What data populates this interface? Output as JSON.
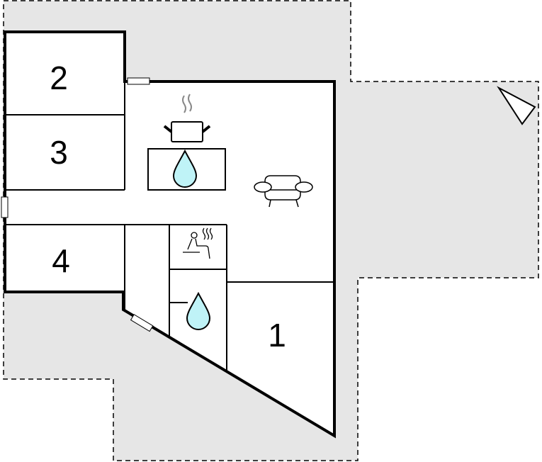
{
  "title": "Floor plan",
  "rooms": [
    {
      "label": "1"
    },
    {
      "label": "2"
    },
    {
      "label": "3"
    },
    {
      "label": "4"
    }
  ],
  "icons": [
    "kitchen-pot-icon",
    "water-drop-icon",
    "sofa-icon",
    "sauna-icon",
    "north-arrow-icon"
  ],
  "colors": {
    "terrace": "#e6e6e6",
    "water": "#bff3f7",
    "wall": "#000000"
  }
}
